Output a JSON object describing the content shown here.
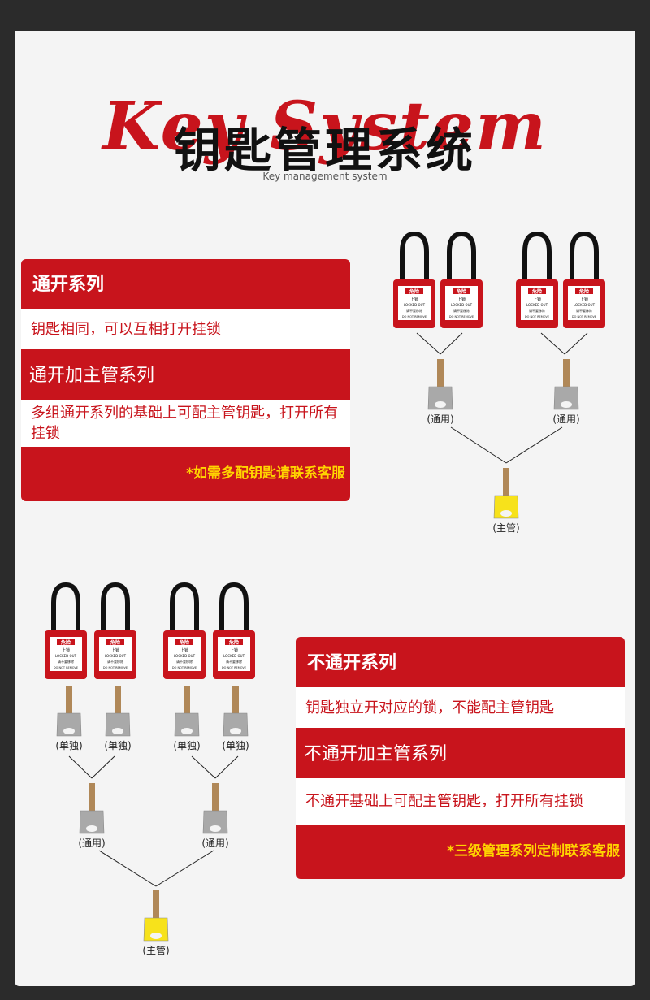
{
  "header": {
    "script_title": "Key System",
    "title": "钥匙管理系统",
    "subtitle": "Key management system"
  },
  "panel1": {
    "heading1": "通开系列",
    "desc1": "钥匙相同，可以互相打开挂锁",
    "heading2": "通开加主管系列",
    "desc2": "多组通开系列的基础上可配主管钥匙，打开所有挂锁",
    "note": "*如需多配钥匙请联系客服"
  },
  "panel2": {
    "heading1": "不通开系列",
    "desc1": "钥匙独立开对应的锁，不能配主管钥匙",
    "heading2": "不通开加主管系列",
    "desc2": "不通开基础上可配主管钥匙，打开所有挂锁",
    "note": "*三级管理系列定制联系客服"
  },
  "padlock_tag": {
    "danger": "危险",
    "locked": "上锁",
    "locked_en": "LOCKED OUT",
    "remove": "请不要移除",
    "remove_en": "DO NOT REMOVE"
  },
  "key_labels": {
    "common": "(通用)",
    "master": "(主管)",
    "single": "(单独)"
  },
  "colors": {
    "red": "#c8141c",
    "yellow_note": "#ffd400",
    "master_key": "#f7e21b",
    "common_key": "#a9a9a9"
  }
}
